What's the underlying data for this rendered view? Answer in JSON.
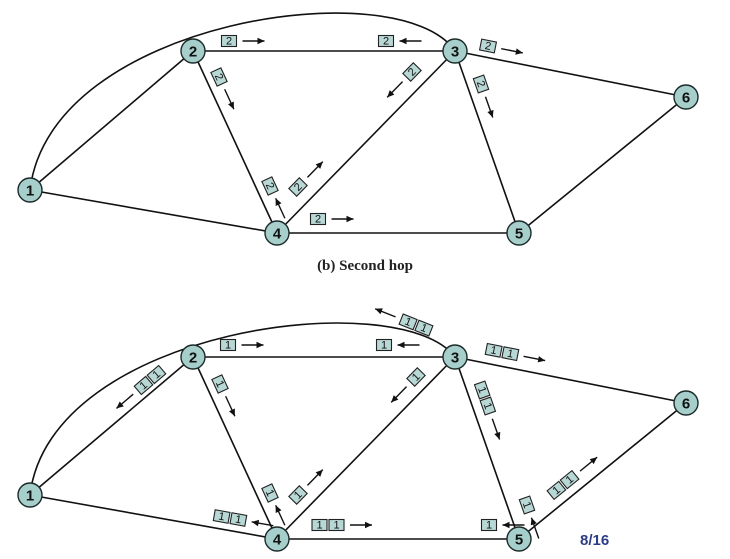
{
  "caption": "(b) Second hop",
  "page_number": "8/16",
  "colors": {
    "node_fill": "#a6cfcc",
    "packet_fill": "#b8d8d6",
    "page_number": "#2d3c86"
  },
  "hop2": {
    "nodes": [
      "1",
      "2",
      "3",
      "4",
      "5",
      "6"
    ],
    "links": [
      [
        "1",
        "2"
      ],
      [
        "1",
        "4"
      ],
      [
        "1",
        "3"
      ],
      [
        "2",
        "3"
      ],
      [
        "2",
        "4"
      ],
      [
        "3",
        "4"
      ],
      [
        "3",
        "5"
      ],
      [
        "3",
        "6"
      ],
      [
        "4",
        "5"
      ],
      [
        "5",
        "6"
      ]
    ],
    "packets": [
      {
        "link": "2-3",
        "label": "2",
        "toward": "3"
      },
      {
        "link": "3-2",
        "label": "2",
        "toward": "2"
      },
      {
        "link": "3-6",
        "label": "2",
        "toward": "6"
      },
      {
        "link": "2-4",
        "label": "2",
        "toward": "4"
      },
      {
        "link": "4-2",
        "label": "2",
        "toward": "2"
      },
      {
        "link": "3-4",
        "label": "2",
        "toward": "4"
      },
      {
        "link": "4-3",
        "label": "2",
        "toward": "3"
      },
      {
        "link": "3-5",
        "label": "2",
        "toward": "5"
      },
      {
        "link": "4-5",
        "label": "2",
        "toward": "5"
      }
    ]
  },
  "hop3": {
    "nodes": [
      "1",
      "2",
      "3",
      "4",
      "5",
      "6"
    ],
    "links": [
      [
        "1",
        "2"
      ],
      [
        "1",
        "4"
      ],
      [
        "1",
        "3"
      ],
      [
        "2",
        "3"
      ],
      [
        "2",
        "4"
      ],
      [
        "3",
        "4"
      ],
      [
        "3",
        "5"
      ],
      [
        "3",
        "6"
      ],
      [
        "4",
        "5"
      ],
      [
        "5",
        "6"
      ]
    ],
    "packets": [
      {
        "link": "2-1",
        "labels": [
          "1",
          "1"
        ],
        "toward": "1"
      },
      {
        "link": "2-3",
        "labels": [
          "1"
        ],
        "toward": "3"
      },
      {
        "link": "3-2",
        "labels": [
          "1"
        ],
        "toward": "2"
      },
      {
        "link": "3-1",
        "labels": [
          "1",
          "1"
        ],
        "toward": "1"
      },
      {
        "link": "3-6",
        "labels": [
          "1",
          "1"
        ],
        "toward": "6"
      },
      {
        "link": "2-4",
        "labels": [
          "1"
        ],
        "toward": "4"
      },
      {
        "link": "4-2",
        "labels": [
          "1"
        ],
        "toward": "2"
      },
      {
        "link": "3-4",
        "labels": [
          "1"
        ],
        "toward": "4"
      },
      {
        "link": "4-3",
        "labels": [
          "1"
        ],
        "toward": "3"
      },
      {
        "link": "3-5",
        "labels": [
          "1",
          "1"
        ],
        "toward": "5"
      },
      {
        "link": "5-3",
        "labels": [
          "1"
        ],
        "toward": "3"
      },
      {
        "link": "5-6",
        "labels": [
          "1",
          "1"
        ],
        "toward": "6"
      },
      {
        "link": "4-1",
        "labels": [
          "1",
          "1"
        ],
        "toward": "1"
      },
      {
        "link": "4-5",
        "labels": [
          "1",
          "1"
        ],
        "toward": "5"
      },
      {
        "link": "5-4",
        "labels": [
          "1"
        ],
        "toward": "4"
      }
    ]
  }
}
